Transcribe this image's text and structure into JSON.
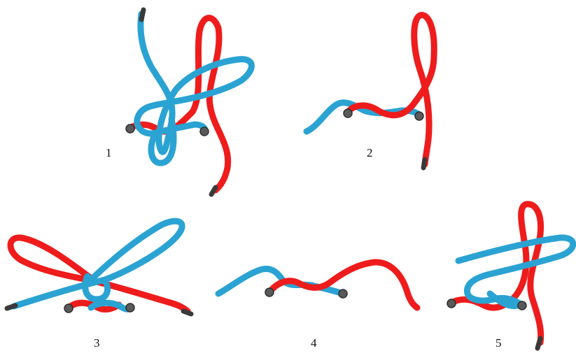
{
  "colors": {
    "blue_lace": "#2aa3d3",
    "blue_lace_shadow": "#1a7ea8",
    "red_lace": "#ee1c1c",
    "red_lace_shadow": "#b50f0f",
    "aglet": "#3a3a3a",
    "eyelet": "#5a5a5a"
  },
  "steps": [
    {
      "label": "1"
    },
    {
      "label": "2"
    },
    {
      "label": "3"
    },
    {
      "label": "4"
    },
    {
      "label": "5"
    }
  ]
}
